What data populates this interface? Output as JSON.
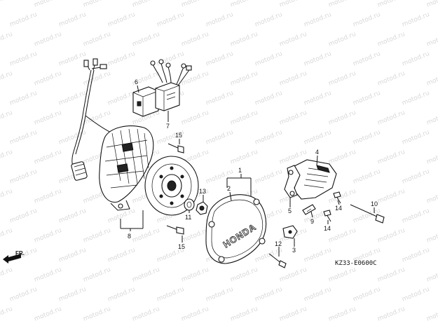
{
  "watermark_text": "motod.ru",
  "diagram_code": "KZ33-E0600C",
  "direction_label": "FR.",
  "brand_on_cover": "HONDA",
  "callouts": {
    "c1": "1",
    "c2": "2",
    "c3": "3",
    "c4": "4",
    "c5": "5",
    "c6": "6",
    "c7": "7",
    "c8": "8",
    "c9": "9",
    "c10": "10",
    "c11": "11",
    "c12": "12",
    "c13": "13",
    "c14a": "14",
    "c14b": "14",
    "c15a": "15",
    "c15b": "15"
  }
}
